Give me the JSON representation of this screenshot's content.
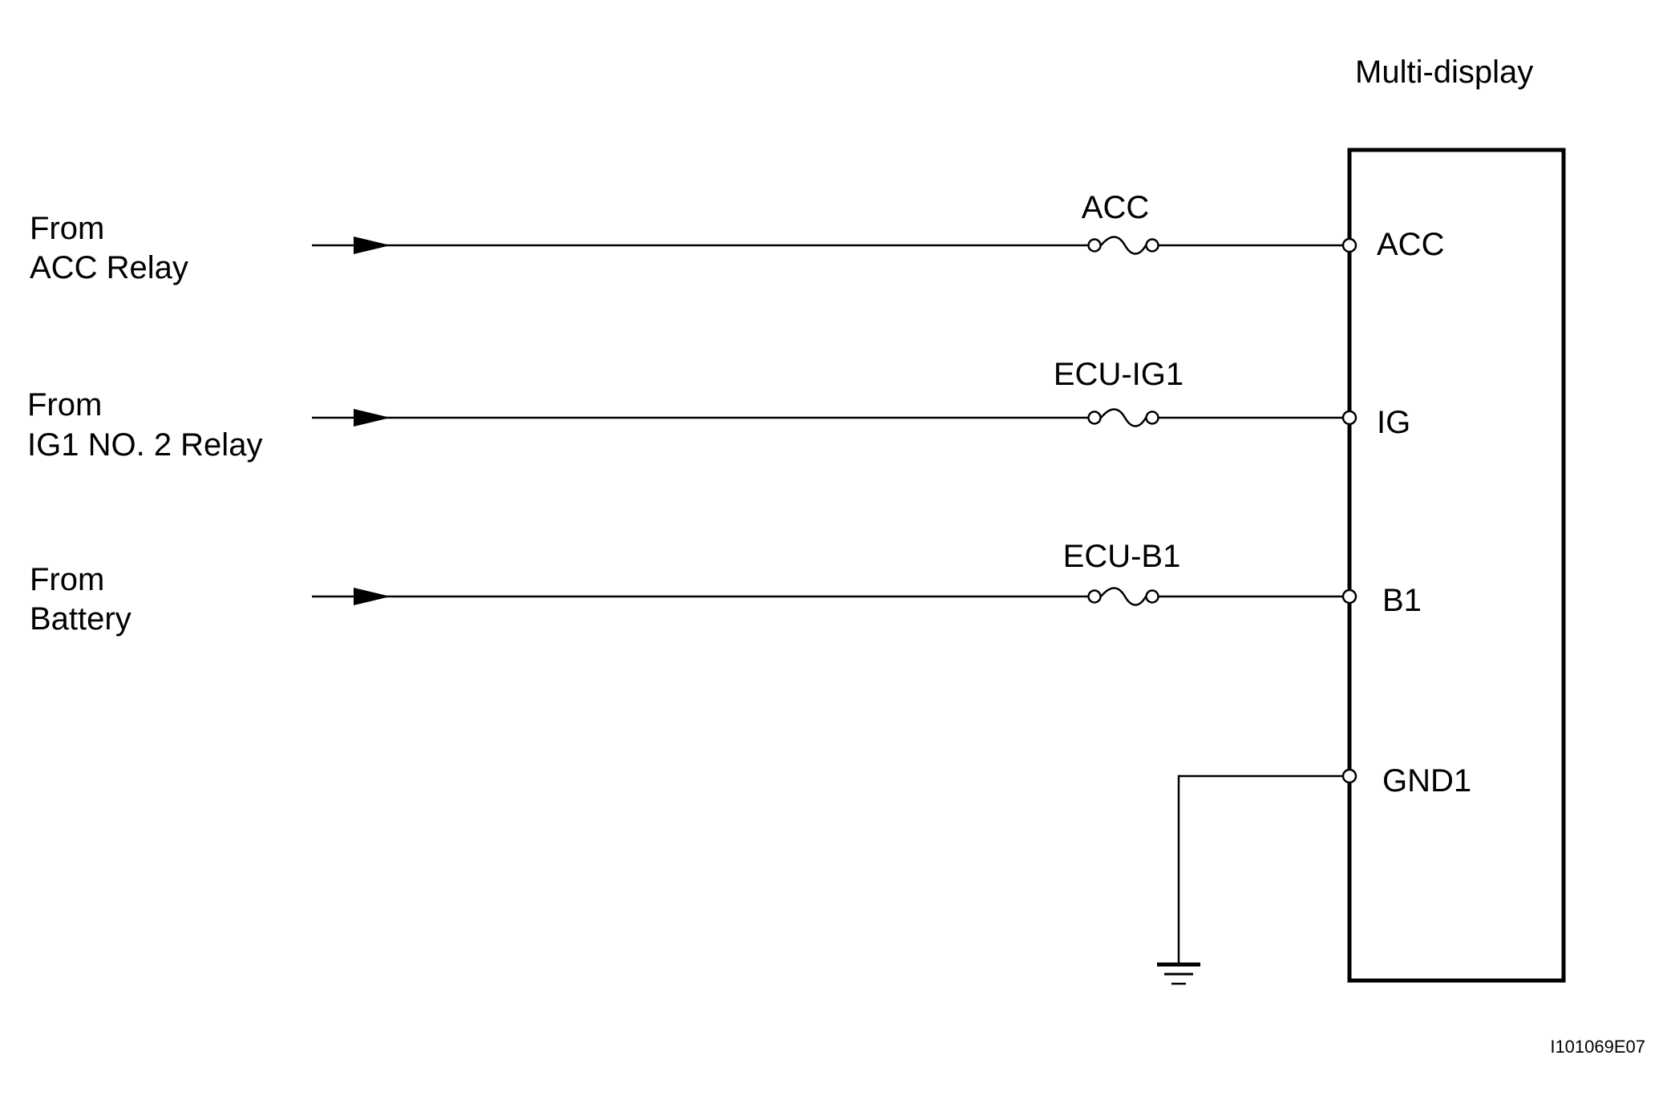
{
  "component": {
    "name": "Multi-display",
    "terminals": [
      {
        "id": "ACC",
        "label": "ACC"
      },
      {
        "id": "IG",
        "label": "IG"
      },
      {
        "id": "B1",
        "label": "B1"
      },
      {
        "id": "GND1",
        "label": "GND1"
      }
    ]
  },
  "sources": [
    {
      "line1": "From",
      "line2": "ACC Relay",
      "fuse": "ACC",
      "terminal": "ACC"
    },
    {
      "line1": "From",
      "line2": "IG1 NO. 2 Relay",
      "fuse": "ECU-IG1",
      "terminal": "IG"
    },
    {
      "line1": "From",
      "line2": "Battery",
      "fuse": "ECU-B1",
      "terminal": "B1"
    }
  ],
  "ground": {
    "terminal": "GND1"
  },
  "figure_code": "I101069E07",
  "colors": {
    "line": "#000000",
    "background": "#ffffff"
  }
}
